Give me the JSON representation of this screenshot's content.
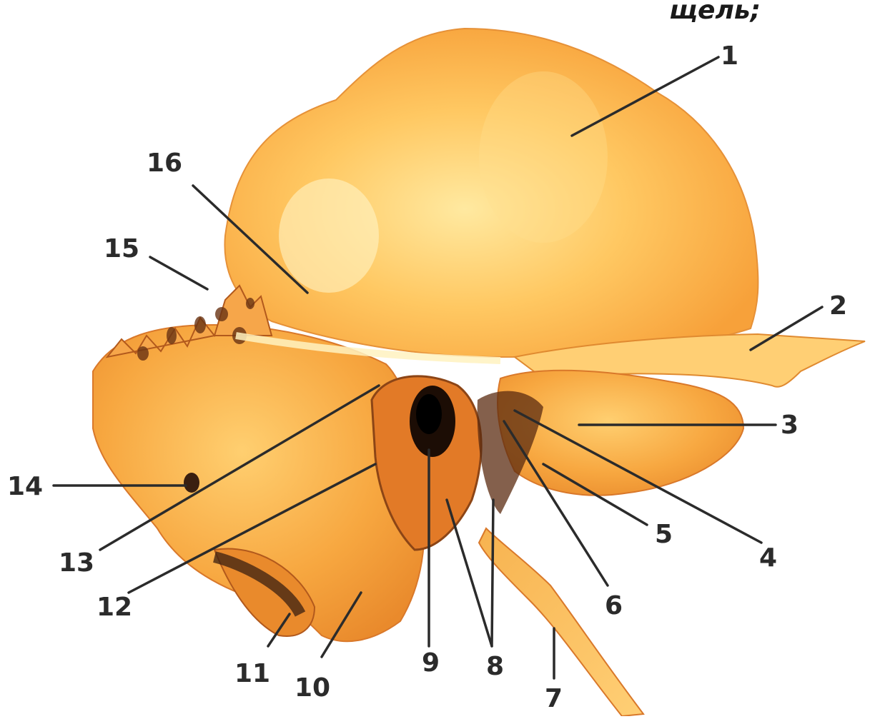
{
  "caption_fragment": "щель;",
  "labels": [
    "1",
    "2",
    "3",
    "4",
    "5",
    "6",
    "7",
    "8",
    "9",
    "10",
    "11",
    "12",
    "13",
    "14",
    "15",
    "16"
  ],
  "colors": {
    "bone_light": "#ffd56a",
    "bone_mid": "#f7a53a",
    "bone_dark": "#d9782a",
    "shadow": "#3a1f10",
    "lines": "#2b2b2b"
  }
}
